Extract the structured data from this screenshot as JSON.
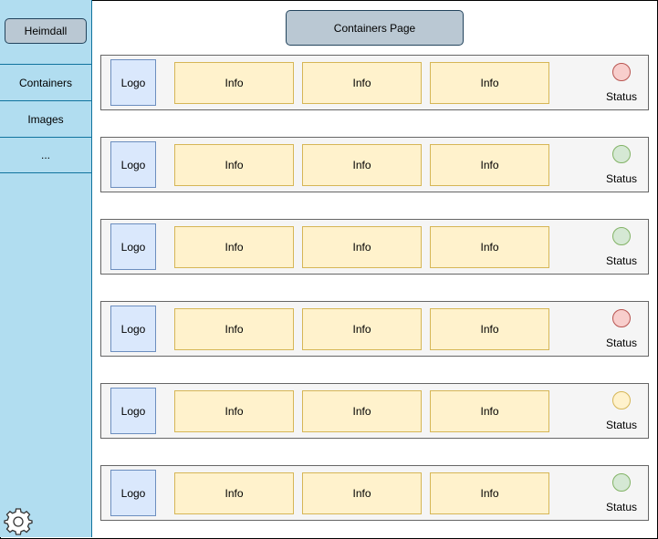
{
  "sidebar": {
    "brand": "Heimdall",
    "items": [
      {
        "label": "Containers"
      },
      {
        "label": "Images"
      },
      {
        "label": "..."
      }
    ],
    "settings_icon": "gear-icon"
  },
  "page_title": "Containers Page",
  "rows": [
    {
      "logo": "Logo",
      "info": [
        "Info",
        "Info",
        "Info"
      ],
      "status_label": "Status",
      "status_color": "#f8cecc",
      "status_border": "#b85450"
    },
    {
      "logo": "Logo",
      "info": [
        "Info",
        "Info",
        "Info"
      ],
      "status_label": "Status",
      "status_color": "#d5e8d4",
      "status_border": "#82b366"
    },
    {
      "logo": "Logo",
      "info": [
        "Info",
        "Info",
        "Info"
      ],
      "status_label": "Status",
      "status_color": "#d5e8d4",
      "status_border": "#82b366"
    },
    {
      "logo": "Logo",
      "info": [
        "Info",
        "Info",
        "Info"
      ],
      "status_label": "Status",
      "status_color": "#f8cecc",
      "status_border": "#b85450"
    },
    {
      "logo": "Logo",
      "info": [
        "Info",
        "Info",
        "Info"
      ],
      "status_label": "Status",
      "status_color": "#fff2cc",
      "status_border": "#d6b656"
    },
    {
      "logo": "Logo",
      "info": [
        "Info",
        "Info",
        "Info"
      ],
      "status_label": "Status",
      "status_color": "#d5e8d4",
      "status_border": "#82b366"
    }
  ]
}
